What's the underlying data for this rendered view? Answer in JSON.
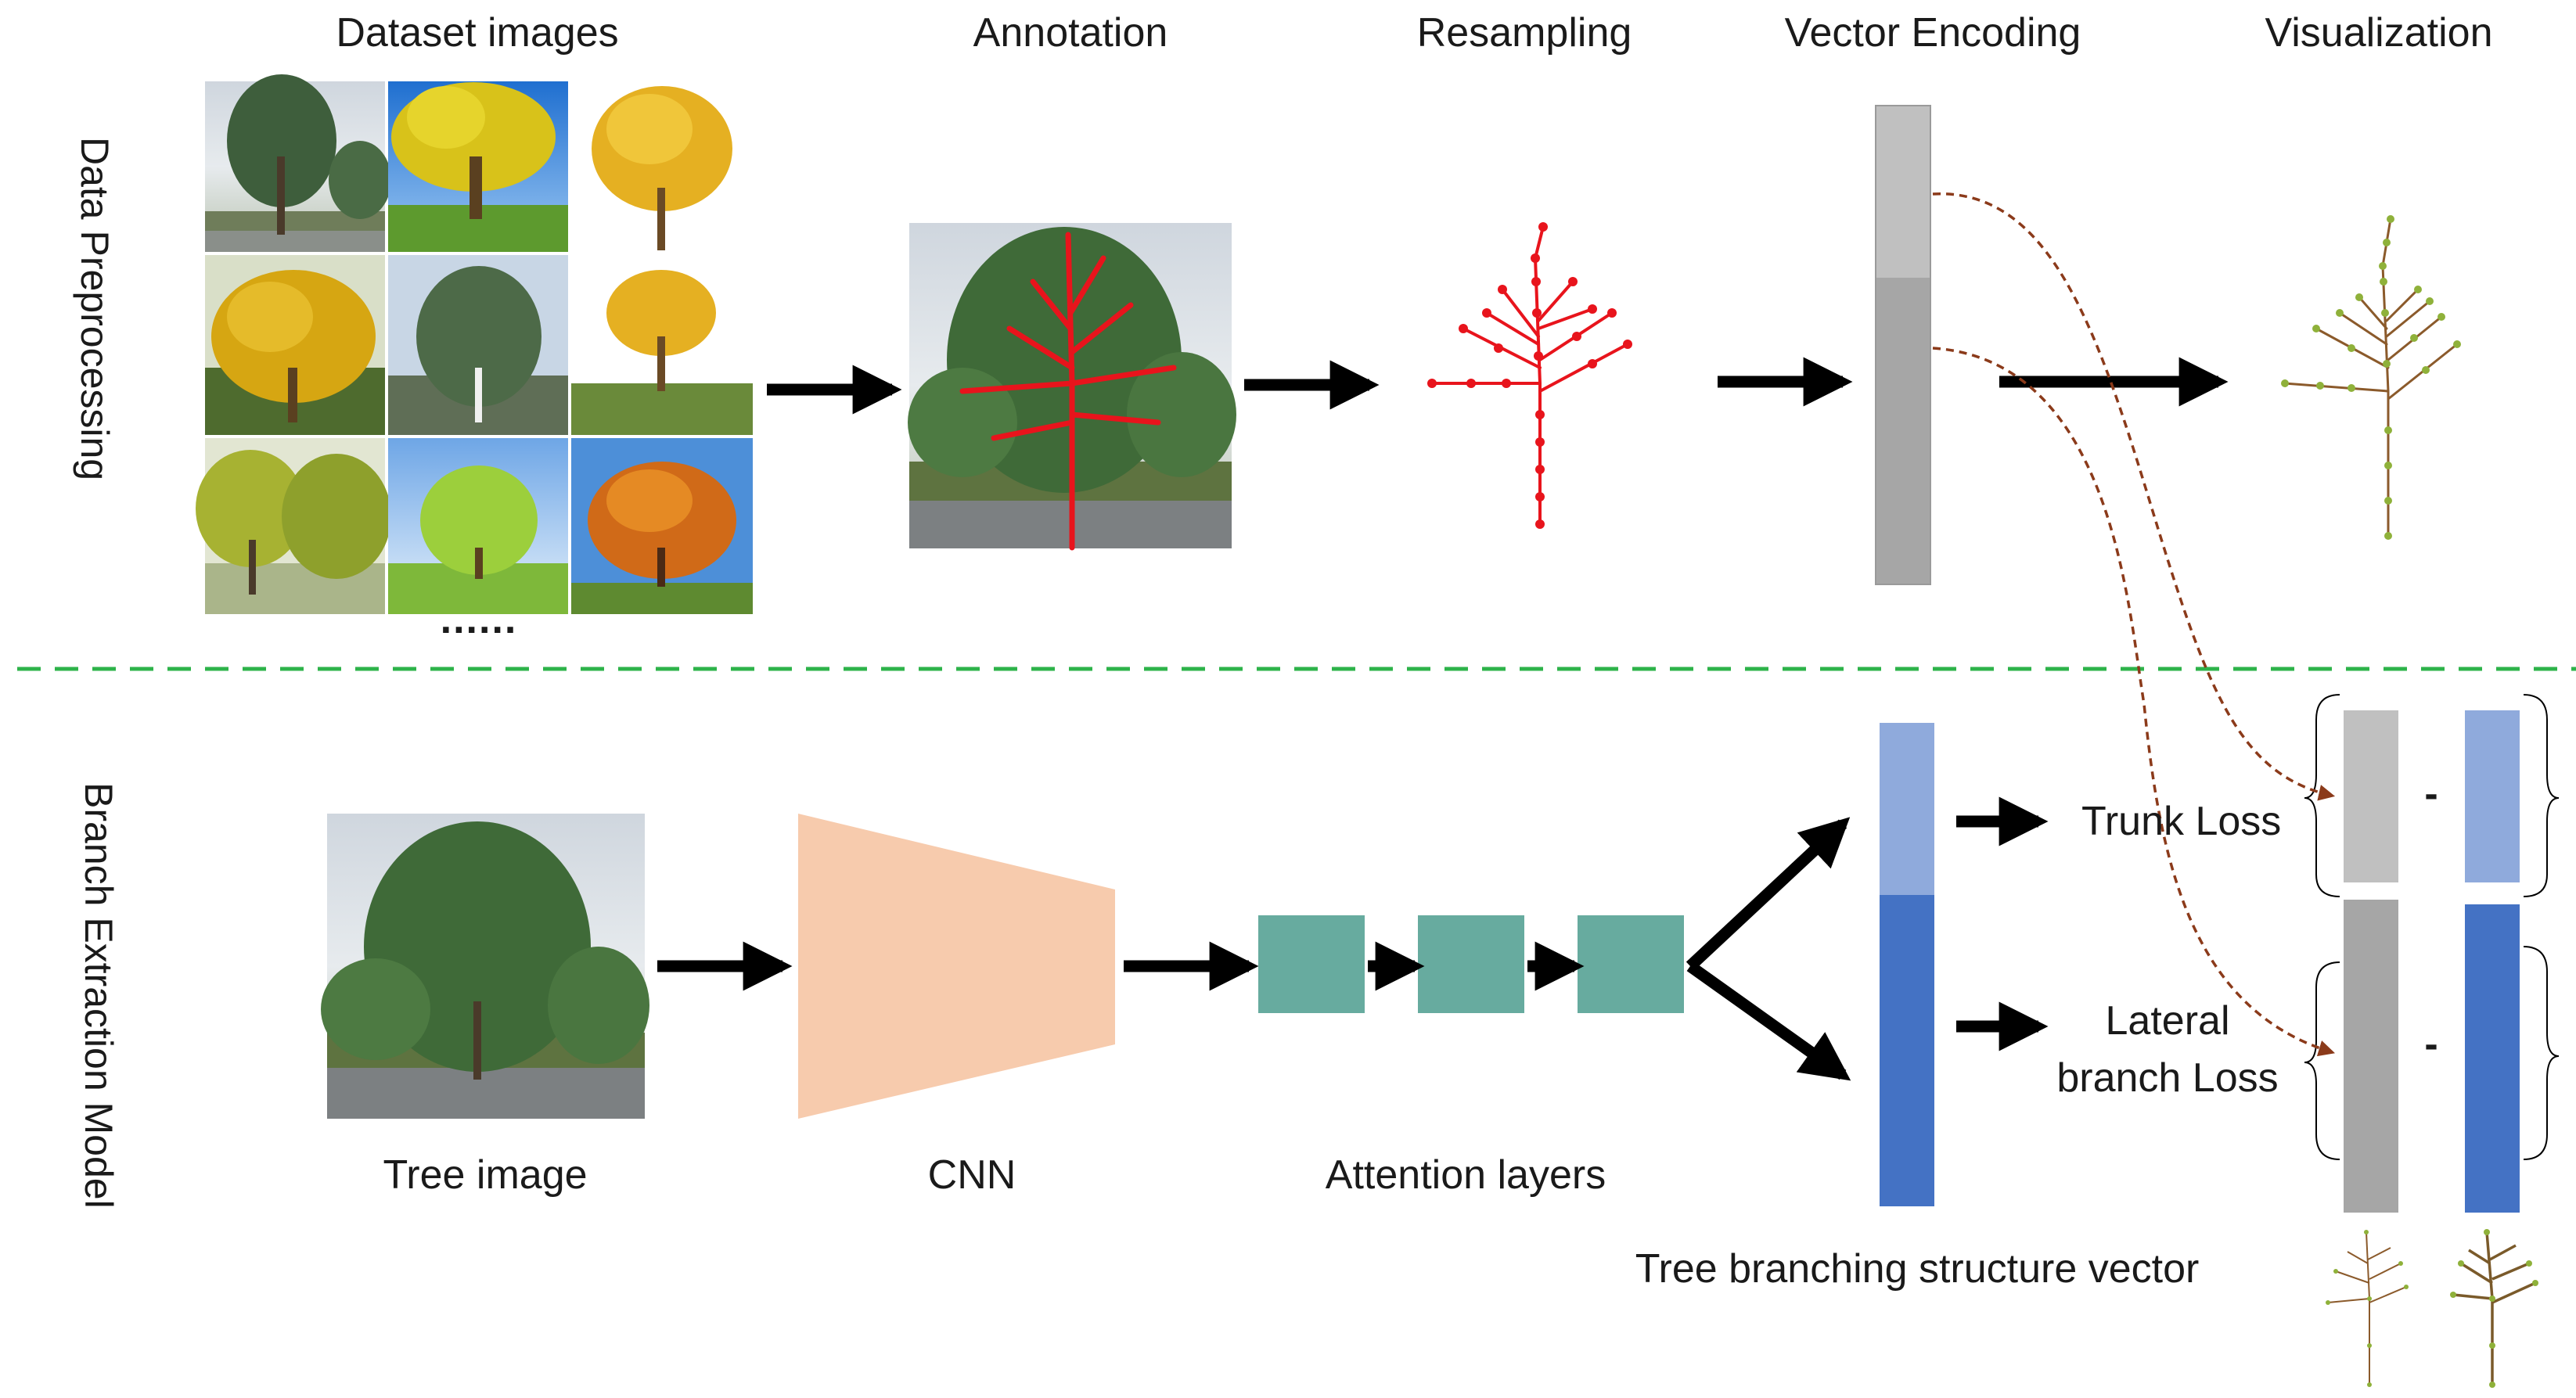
{
  "sections": {
    "top": "Data Preprocessing",
    "bottom": "Branch Extraction Model"
  },
  "stages": {
    "dataset": "Dataset images",
    "ellipsis": "......",
    "annotation": "Annotation",
    "resampling": "Resampling",
    "encoding": "Vector Encoding",
    "visualization": "Visualization"
  },
  "model": {
    "input": "Tree image",
    "cnn": "CNN",
    "attention": "Attention layers",
    "output": "Tree branching structure vector"
  },
  "losses": {
    "trunk": "Trunk Loss",
    "lateral_line1": "Lateral",
    "lateral_line2": "branch Loss",
    "minus": "-"
  },
  "colors": {
    "arrow": "#000000",
    "divider": "#2db34a",
    "annotation": "#e8141c",
    "cnn": "#f7cbad",
    "attention": "#67ab9f",
    "vector_gray_light": "#c0c0c0",
    "vector_gray_dark": "#a6a6a6",
    "vector_blue_light": "#8faadc",
    "vector_blue_dark": "#4472c4",
    "dashed_link": "#8b3a1a",
    "skeleton_line": "#8b5a2b",
    "skeleton_node": "#8fb13a"
  }
}
